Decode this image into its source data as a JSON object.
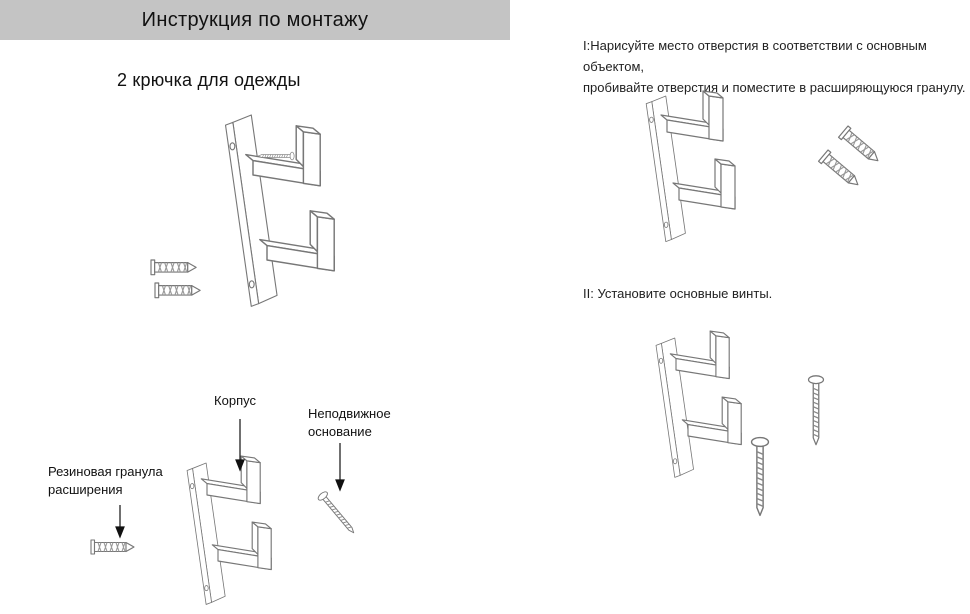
{
  "page": {
    "title": "Инструкция по монтажу",
    "subtitle": "2 крючка для одежды"
  },
  "steps": {
    "step1_line1": "I:Нарисуйте место отверстия в соответствии с основным объектом,",
    "step1_line2": "пробивайте отверстия и поместите в расширяющуюся гранулу.",
    "step2": "II: Установите основные винты."
  },
  "labels": {
    "body": "Корпус",
    "fixed_base_line1": "Неподвижное",
    "fixed_base_line2": "основание",
    "rubber_line1": "Резиновая гранула",
    "rubber_line2": "расширения"
  },
  "colors": {
    "header_bar": "#c4c4c4",
    "line_art": "#777777",
    "text": "#111111"
  }
}
